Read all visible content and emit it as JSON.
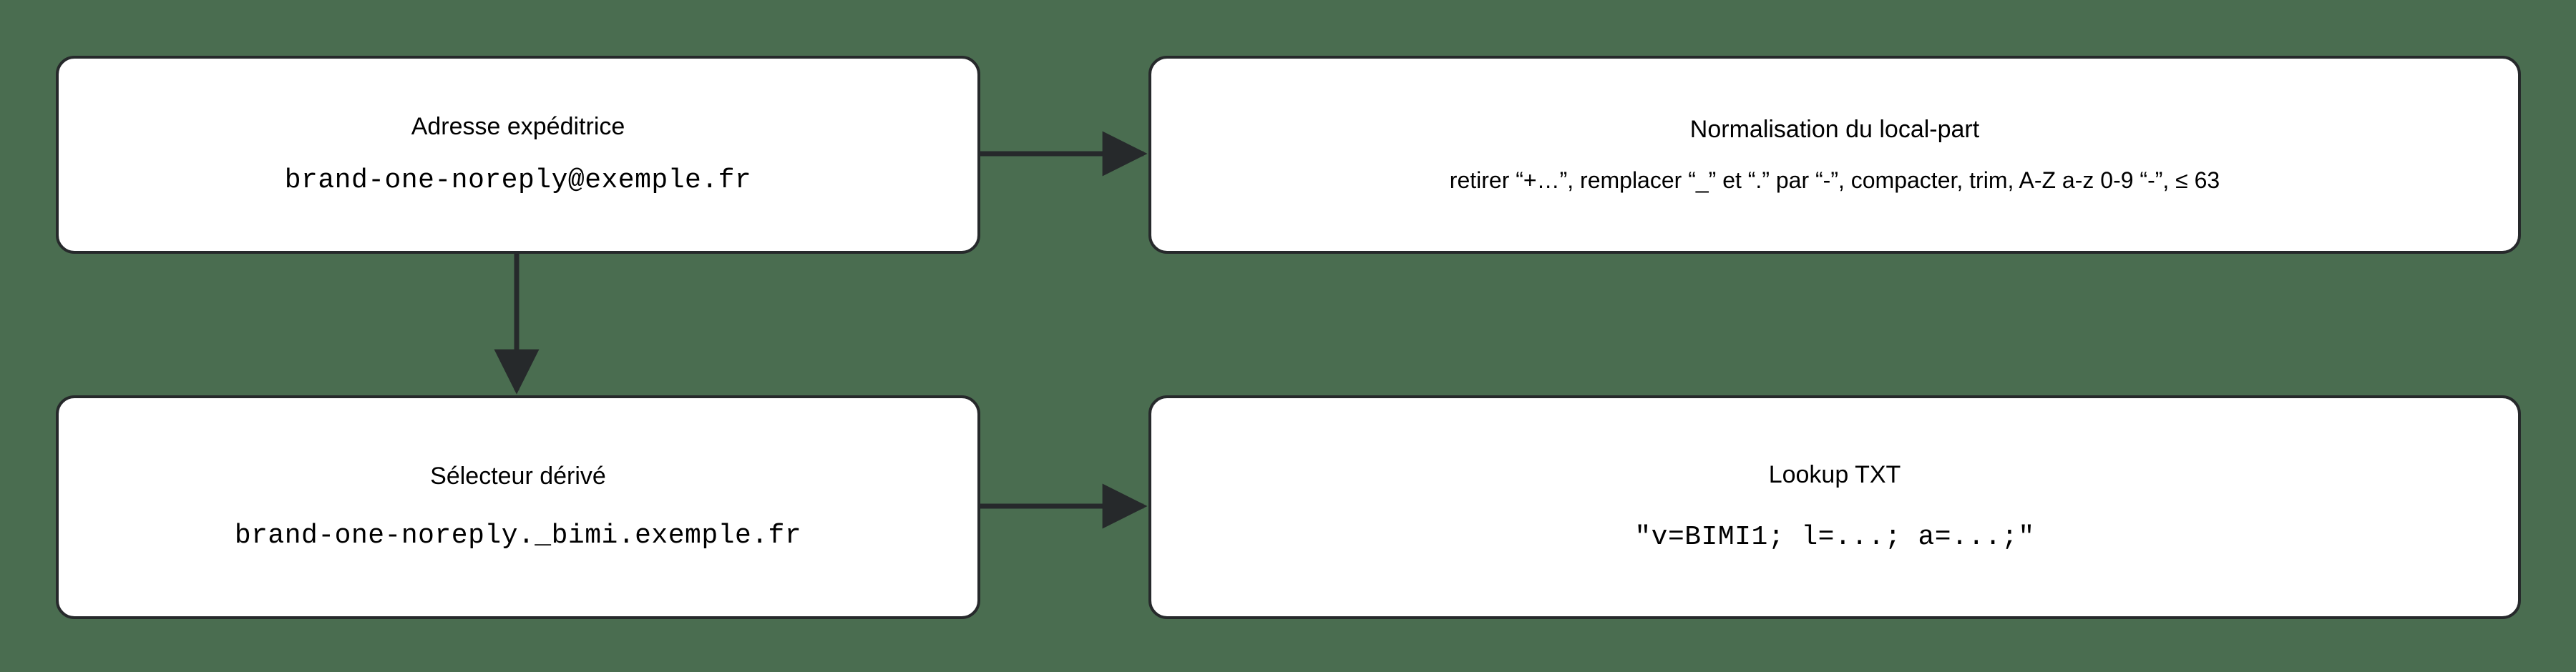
{
  "diagram": {
    "background_color": "#4a6d50",
    "node_fill_color": "#ffffff",
    "node_border_color": "#26292b",
    "edge_color": "#26292b",
    "nodes": [
      {
        "id": "sender",
        "title": "Adresse expéditrice",
        "value": "brand-one-noreply@exemple.fr"
      },
      {
        "id": "normalize",
        "title": "Normalisation du local-part",
        "detail": "retirer “+…”, remplacer “_” et “.” par “-”, compacter, trim, A-Z a-z 0-9 “-”, ≤ 63"
      },
      {
        "id": "selector",
        "title": "Sélecteur dérivé",
        "value": "brand-one-noreply._bimi.exemple.fr"
      },
      {
        "id": "lookup",
        "title": "Lookup TXT",
        "value": "\"v=BIMI1; l=...; a=...;\""
      }
    ],
    "edges": [
      {
        "id": "sender-to-normalize",
        "from": "sender",
        "to": "normalize",
        "direction": "right",
        "label": ""
      },
      {
        "id": "sender-to-selector",
        "from": "sender",
        "to": "selector",
        "direction": "down",
        "label": ""
      },
      {
        "id": "selector-to-lookup",
        "from": "selector",
        "to": "lookup",
        "direction": "right",
        "label": ""
      }
    ]
  }
}
